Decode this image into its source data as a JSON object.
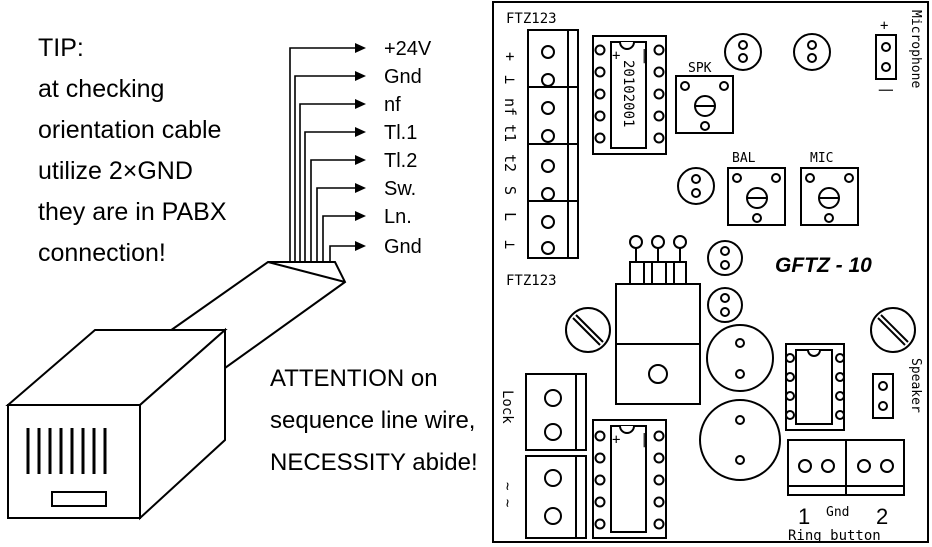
{
  "tip": {
    "lines": [
      "TIP:",
      "at checking",
      "orientation cable",
      "utilize 2×GND",
      "they are in PABX",
      "connection!"
    ]
  },
  "wires": [
    "+24V",
    "Gnd",
    "nf",
    "Tl.1",
    "Tl.2",
    "Sw.",
    "Ln.",
    "Gnd"
  ],
  "attention": {
    "lines": [
      "ATTENTION on",
      "sequence line wire,",
      "NECESSITY abide!"
    ]
  },
  "board": {
    "title": "GFTZ - 10",
    "connector_top_label": "FTZ123",
    "connector_bottom_label": "FTZ123",
    "pin_labels": [
      "+",
      "⊥",
      "nf",
      "t1",
      "t2",
      "S",
      "L",
      "⊥"
    ],
    "ic_top_label": "20102001",
    "ic_plus": "+",
    "ic_minus": "|",
    "spk_label": "SPK",
    "bal_label": "BAL",
    "mic_label": "MIC",
    "microphone_label": "Microphone",
    "mic_plus": "+",
    "mic_minus": "|",
    "speaker_label": "Speaker",
    "lock_label": "Lock",
    "tilde_label": "~ ~",
    "ring_num_1": "1",
    "ring_gnd": "Gnd",
    "ring_num_2": "2",
    "ring_label": "Ring button",
    "ic2_plus": "+",
    "ic2_minus": "|"
  }
}
